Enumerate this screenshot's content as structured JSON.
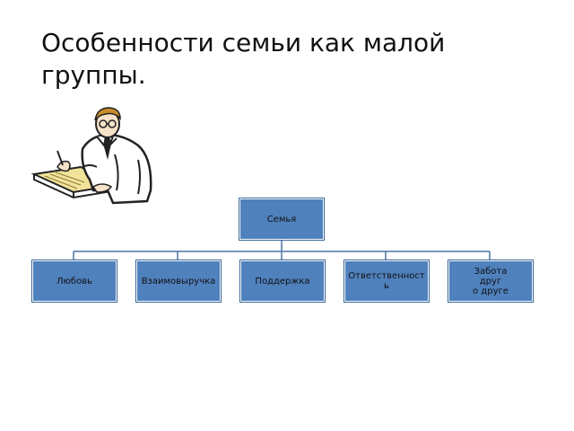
{
  "slide": {
    "title": "Особенности семьи как малой группы."
  },
  "illustration": {
    "icon": "writing-man-icon"
  },
  "diagram": {
    "root": {
      "label": "Семья"
    },
    "children": [
      {
        "label": "Любовь"
      },
      {
        "label": "Взаимовыручка"
      },
      {
        "label": "Поддержка"
      },
      {
        "label": "Ответственность"
      },
      {
        "label": "Забота\nдруг\nо друге"
      }
    ],
    "colors": {
      "box_fill": "#4f81bd",
      "connector": "#4a74a8"
    }
  }
}
